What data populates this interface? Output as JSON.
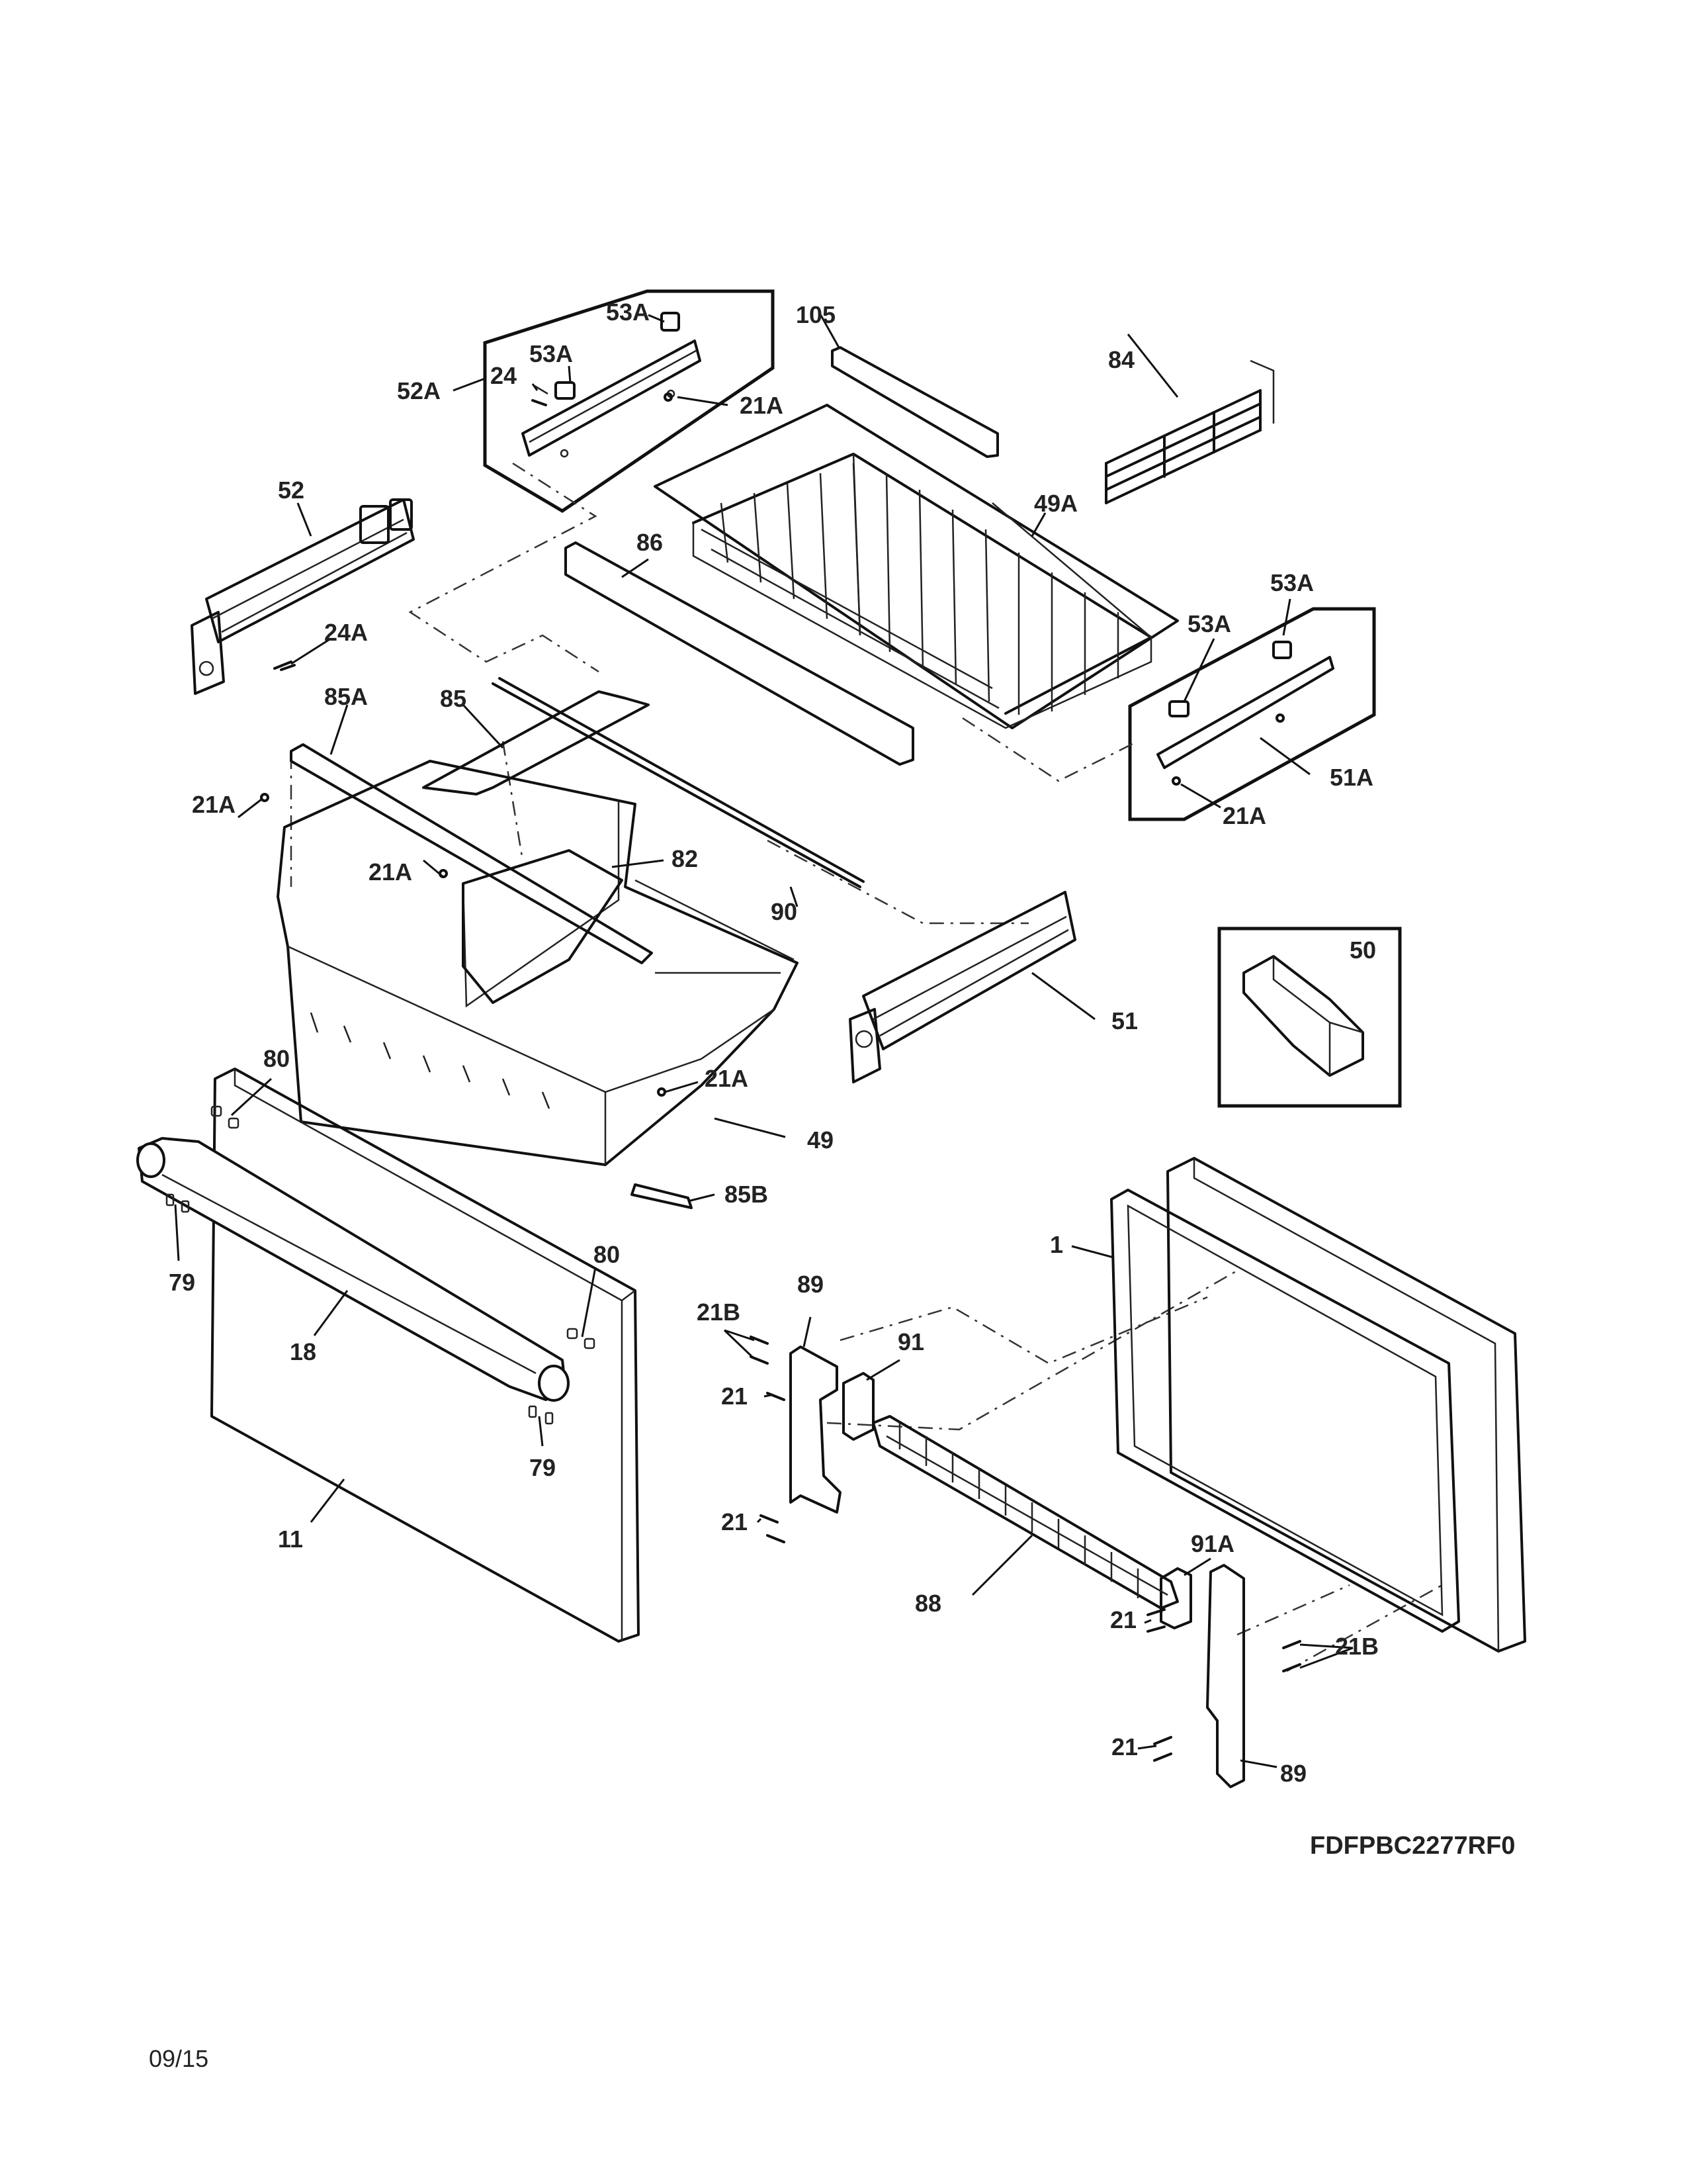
{
  "callouts": {
    "c53A_top": "53A",
    "c53A_left": "53A",
    "c24": "24",
    "c52A": "52A",
    "c21A_box": "21A",
    "c105": "105",
    "c84": "84",
    "c52": "52",
    "c24A": "24A",
    "c49A": "49A",
    "c86": "86",
    "c53A_right_top": "53A",
    "c53A_right": "53A",
    "c51A": "51A",
    "c21A_right": "21A",
    "c85A": "85A",
    "c85": "85",
    "c21A_left": "21A",
    "c21A_mid": "21A",
    "c82": "82",
    "c90": "90",
    "c50": "50",
    "c51": "51",
    "c80_left": "80",
    "c21A_bin": "21A",
    "c49": "49",
    "c85B": "85B",
    "c79_left": "79",
    "c18": "18",
    "c80_right": "80",
    "c79_right": "79",
    "c11": "11",
    "c89_left": "89",
    "c21B_left": "21B",
    "c91": "91",
    "c21_a": "21",
    "c21_b": "21",
    "c1": "1",
    "c88": "88",
    "c91A": "91A",
    "c21_c": "21",
    "c21B_right": "21B",
    "c21_d": "21",
    "c89_right": "89"
  },
  "model_number": "FDFPBC2277RF0",
  "date_code": "09/15"
}
